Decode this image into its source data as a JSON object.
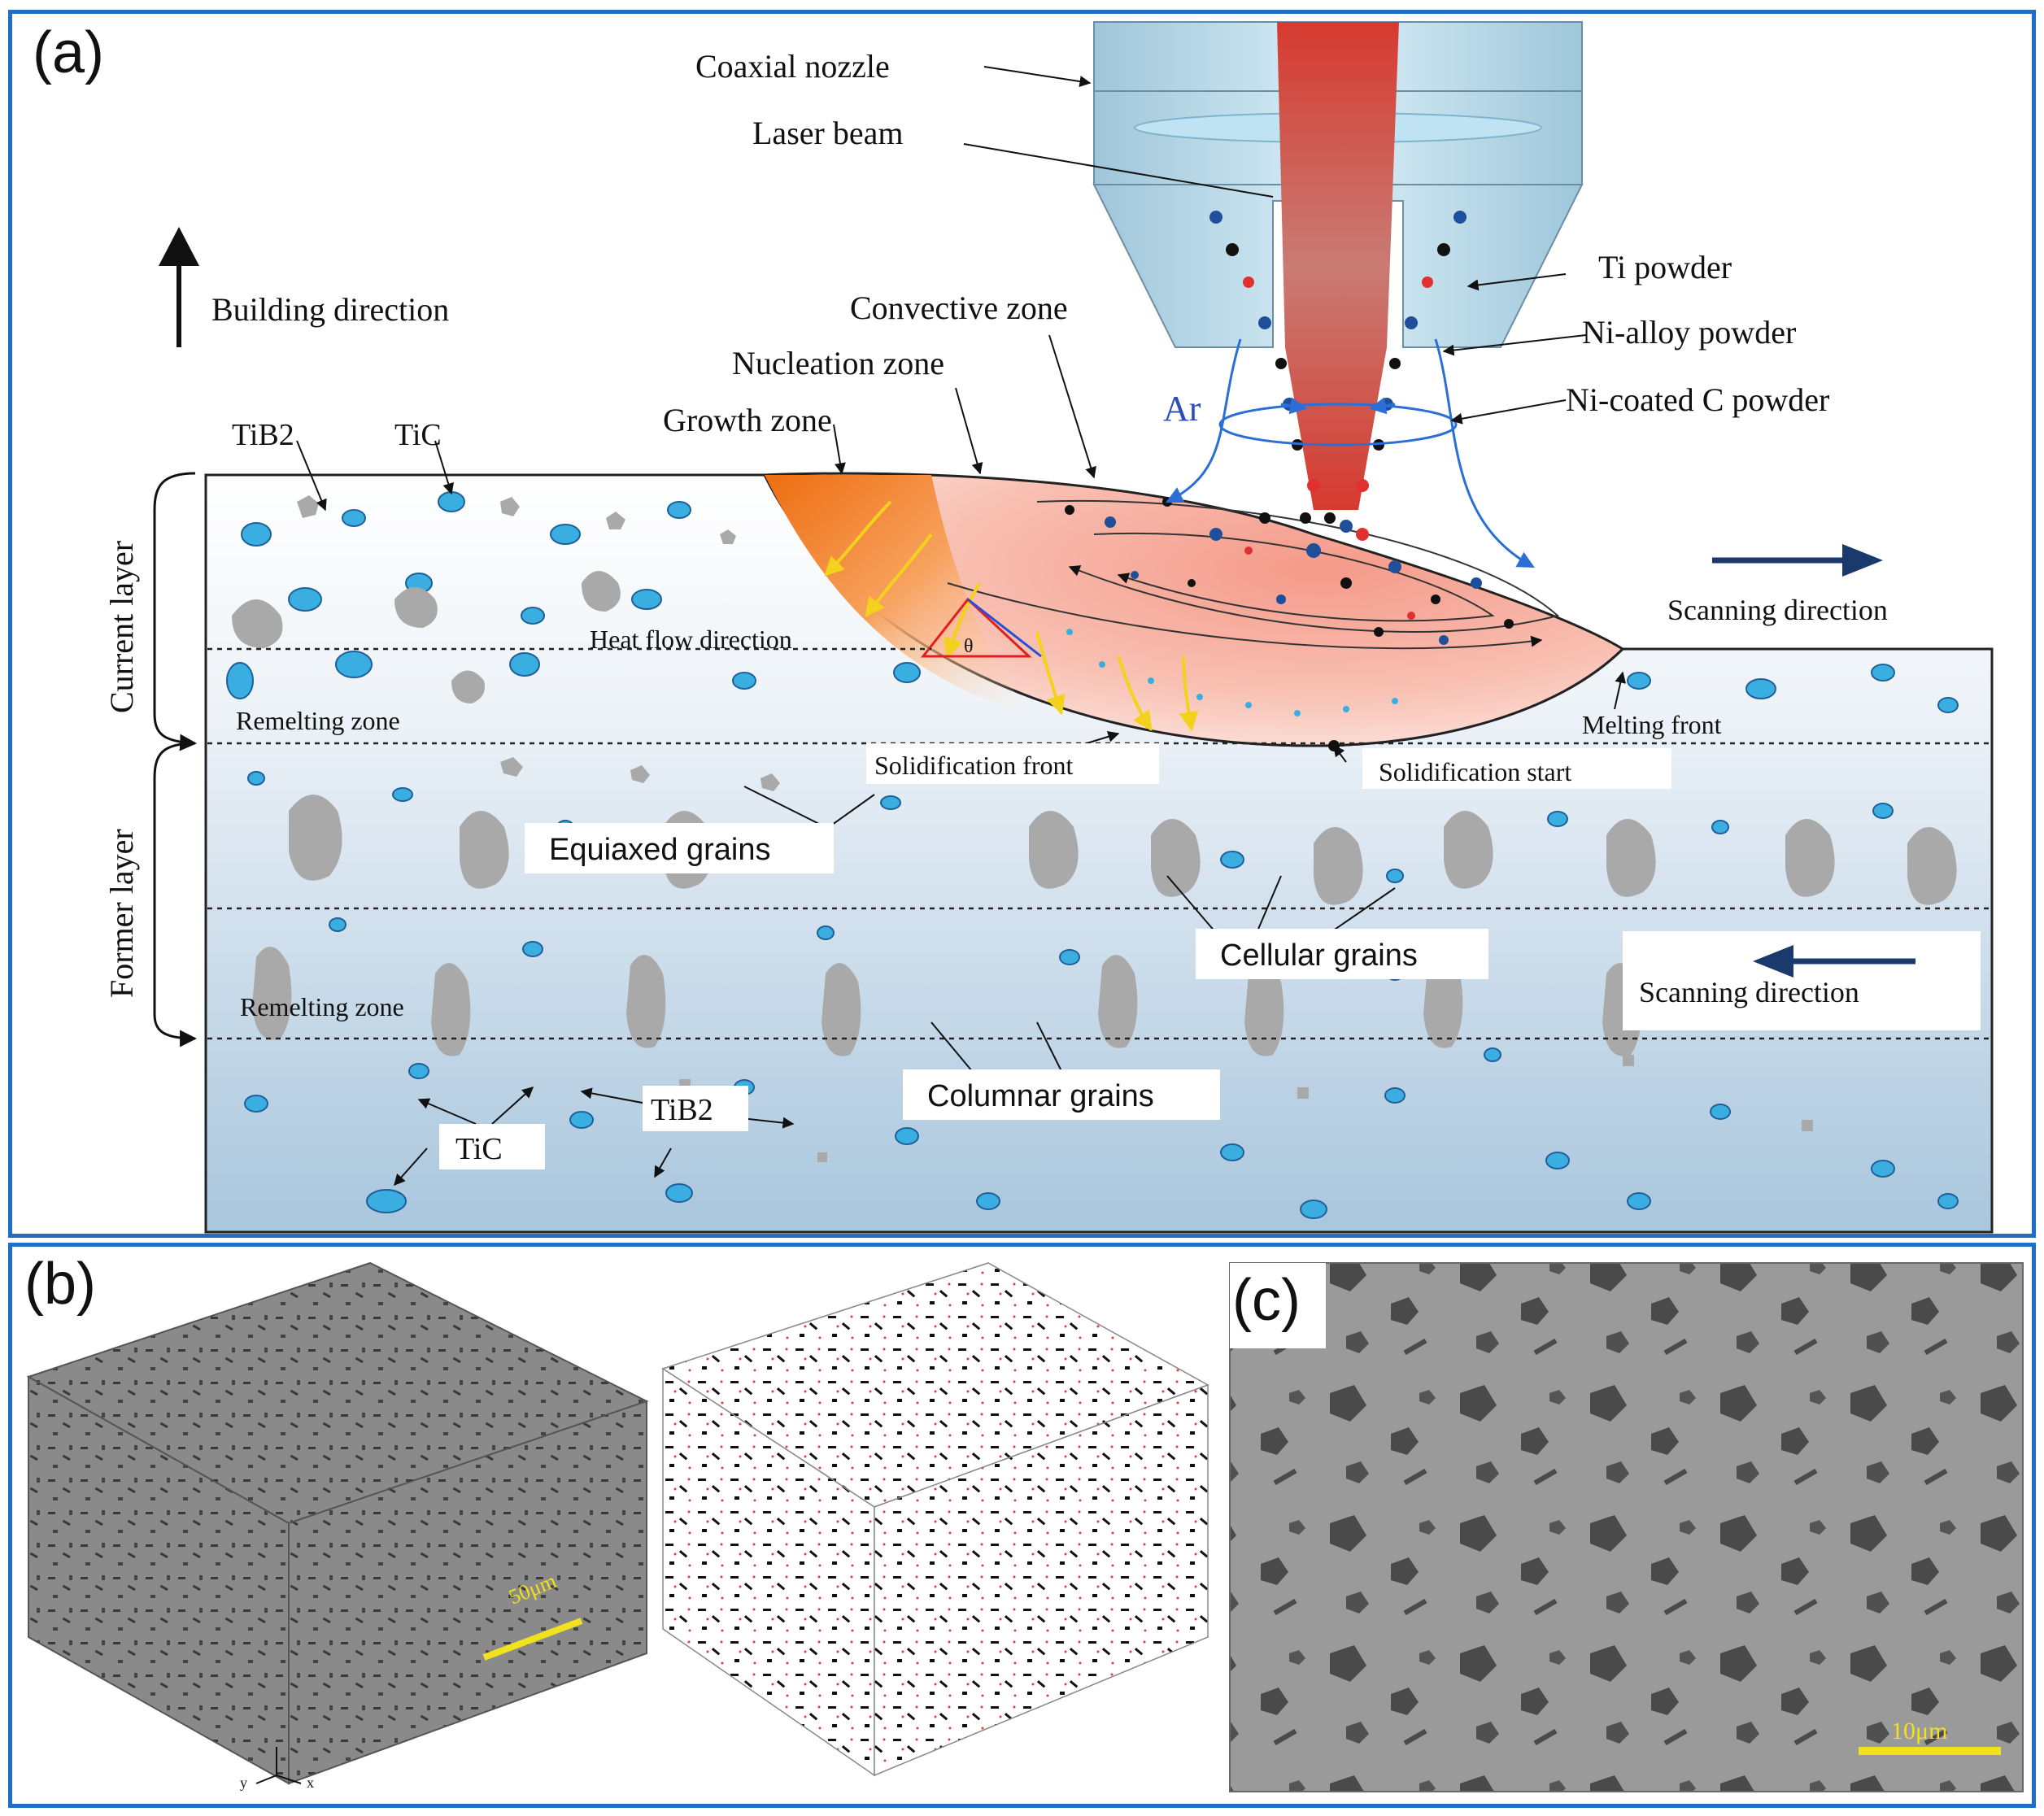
{
  "panels": {
    "a": {
      "letter": "(a)",
      "labels": {
        "coaxial_nozzle": "Coaxial nozzle",
        "laser_beam": "Laser beam",
        "ti_powder": "Ti powder",
        "ni_alloy_powder": "Ni-alloy powder",
        "ni_coated_c_powder": "Ni-coated C powder",
        "ar": "Ar",
        "building_direction": "Building direction",
        "convective_zone": "Convective zone",
        "nucleation_zone": "Nucleation zone",
        "growth_zone": "Growth  zone",
        "tib2_top": "TiB2",
        "tic_top": "TiC",
        "heat_flow_direction": "Heat flow direction",
        "theta": "θ",
        "scanning_direction_top": "Scanning direction",
        "current_layer": "Current layer",
        "former_layer": "Former layer",
        "remelting_zone_top": "Remelting zone",
        "remelting_zone_bottom": "Remelting zone",
        "melting_front": "Melting front",
        "solidification_front": "Solidification front",
        "solidification_start": "Solidification start",
        "equiaxed_grains": "Equiaxed grains",
        "cellular_grains": "Cellular grains",
        "columnar_grains": "Columnar grains",
        "scanning_direction_bottom": "Scanning direction",
        "tib2_bottom": "TiB2",
        "tic_bottom": "TiC"
      }
    },
    "b": {
      "letter": "(b)",
      "scale_bar": "50μm",
      "axis_y": "y",
      "axis_x": "x"
    },
    "c": {
      "letter": "(c)",
      "scale_bar": "10μm"
    }
  },
  "colors": {
    "frame": "#1f6fc6",
    "tic_particle": "#3aaee0",
    "tib2_particle": "#a9a9a9",
    "melt_pool": "#f7b0a3",
    "growth_zone": "#f07a1a",
    "laser": "#d9423a",
    "arrow_navy": "#1a3a6e",
    "scale_bar": "#f2e21b"
  }
}
